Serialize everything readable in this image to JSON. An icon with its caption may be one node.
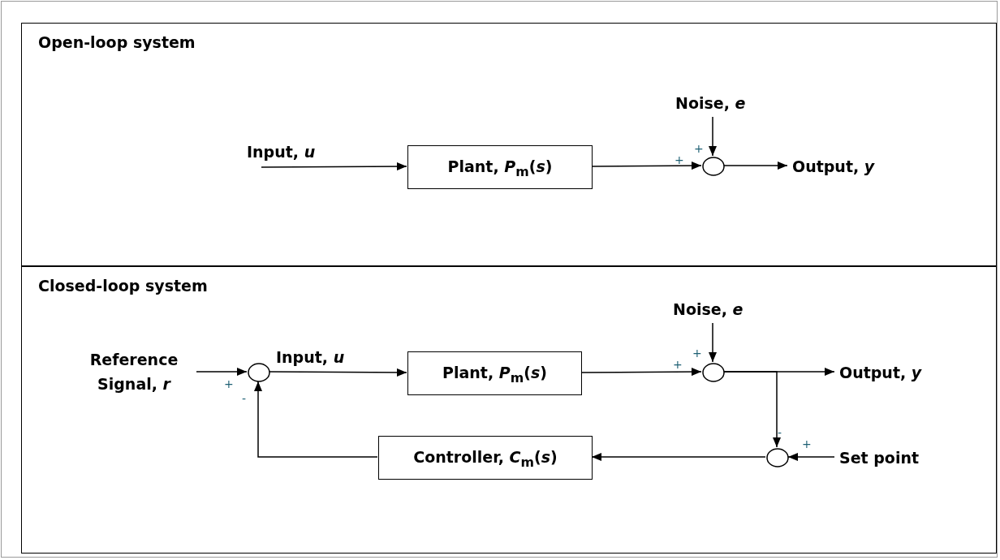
{
  "diagram": {
    "nodes": [
      {
        "text": [
          "Open-loop system"
        ]
      },
      {
        "text": [
          "Input, *u*"
        ],
        "in": 0
      },
      {
        "text": [
          "Plant, *P*$_{m}$(*s*)"
        ],
        "in": 0
      },
      {
        "text": [
          "Noise, *e*"
        ],
        "in": 0
      },
      {
        "text": [],
        "shape": "circle",
        "in": 0
      },
      {
        "text": [
          "Output, *y*"
        ],
        "in": 0
      },
      {
        "text": [
          "Closed-loop system"
        ]
      },
      {
        "text": [
          "Reference Signal, *r*"
        ],
        "in": 6
      },
      {
        "text": [],
        "shape": "circle",
        "in": 6
      },
      {
        "text": [
          "Plant, *P*$_{m}$(*s*)"
        ],
        "in": 6
      },
      {
        "text": [
          "Noise, *e*"
        ],
        "in": 6
      },
      {
        "text": [],
        "shape": "circle",
        "in": 6
      },
      {
        "text": [
          "Output, *y*"
        ],
        "in": 6
      },
      {
        "text": [
          "Controller, *C*$_{m}$(*s*)"
        ],
        "in": 6
      },
      {
        "text": [],
        "shape": "circle",
        "in": 6
      },
      {
        "text": [
          "Set point"
        ],
        "in": 6
      }
    ],
    "edges": [
      {
        "from": 1,
        "to": 2,
        "arrow": "to"
      },
      {
        "from": 2,
        "to": 4,
        "arrow": "to"
      },
      {
        "from": 3,
        "to": 4,
        "arrow": "to"
      },
      {
        "from": 4,
        "to": 5,
        "arrow": "to"
      },
      {
        "from": 7,
        "to": 8,
        "arrow": "to"
      },
      {
        "from": 8,
        "to": 9,
        "arrow": "to",
        "label": "Input, *u*"
      },
      {
        "from": 9,
        "to": 11,
        "arrow": "to"
      },
      {
        "from": 10,
        "to": 11,
        "arrow": "to"
      },
      {
        "from": 11,
        "to": 12,
        "arrow": "to"
      },
      {
        "from": 11,
        "to": 14,
        "arrow": "to"
      },
      {
        "from": 15,
        "to": 14,
        "arrow": "to"
      },
      {
        "from": 14,
        "to": 13,
        "arrow": "to"
      },
      {
        "from": 13,
        "to": 8,
        "arrow": "to"
      }
    ],
    "labels": [
      "+",
      "+",
      "+",
      "+",
      "+",
      "-",
      "-",
      "+"
    ]
  }
}
